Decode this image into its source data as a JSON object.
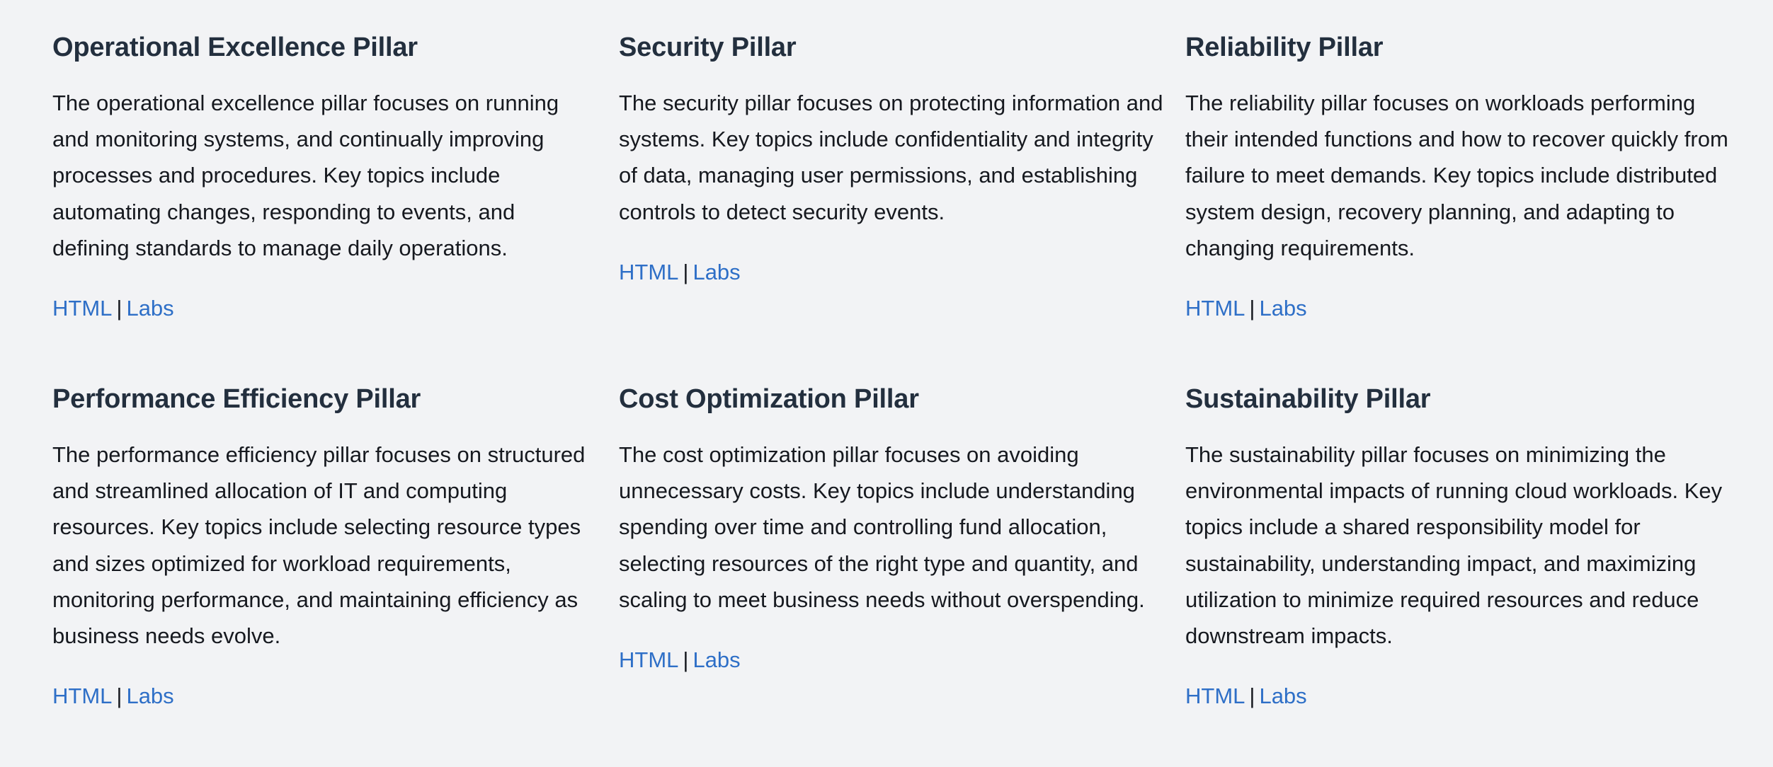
{
  "pillars": [
    {
      "title": "Operational Excellence Pillar",
      "description": "The operational excellence pillar focuses on running and monitoring systems, and continually improving processes and procedures. Key topics include automating changes, responding to events, and defining standards to manage daily operations.",
      "html_link": "HTML",
      "separator": "|",
      "labs_link": "Labs"
    },
    {
      "title": "Security Pillar",
      "description": "The security pillar focuses on protecting information and systems. Key topics include confidentiality and integrity of data, managing user permissions, and establishing controls to detect security events.",
      "html_link": "HTML",
      "separator": "|",
      "labs_link": "Labs"
    },
    {
      "title": "Reliability Pillar",
      "description": "The reliability pillar focuses on workloads performing their intended functions and how to recover quickly from failure to meet demands. Key topics include distributed system design, recovery planning, and adapting to changing requirements.",
      "html_link": "HTML",
      "separator": "|",
      "labs_link": "Labs"
    },
    {
      "title": "Performance Efficiency Pillar",
      "description": "The performance efficiency pillar focuses on structured and streamlined allocation of IT and computing resources. Key topics include selecting resource types and sizes optimized for workload requirements, monitoring performance, and maintaining efficiency as business needs evolve.",
      "html_link": "HTML",
      "separator": "|",
      "labs_link": "Labs"
    },
    {
      "title": "Cost Optimization Pillar",
      "description": "The cost optimization pillar focuses on avoiding unnecessary costs. Key topics include understanding spending over time and controlling fund allocation, selecting resources of the right type and quantity, and scaling to meet business needs without overspending.",
      "html_link": "HTML",
      "separator": "|",
      "labs_link": "Labs"
    },
    {
      "title": "Sustainability Pillar",
      "description": "The sustainability pillar focuses on minimizing the environmental impacts of running cloud workloads. Key topics include a shared responsibility model for sustainability, understanding impact, and maximizing utilization to minimize required resources and reduce downstream impacts.",
      "html_link": "HTML",
      "separator": "|",
      "labs_link": "Labs"
    }
  ],
  "colors": {
    "background": "#f2f3f5",
    "title": "#232f3e",
    "body_text": "#16191f",
    "link": "#2e6fc7"
  }
}
